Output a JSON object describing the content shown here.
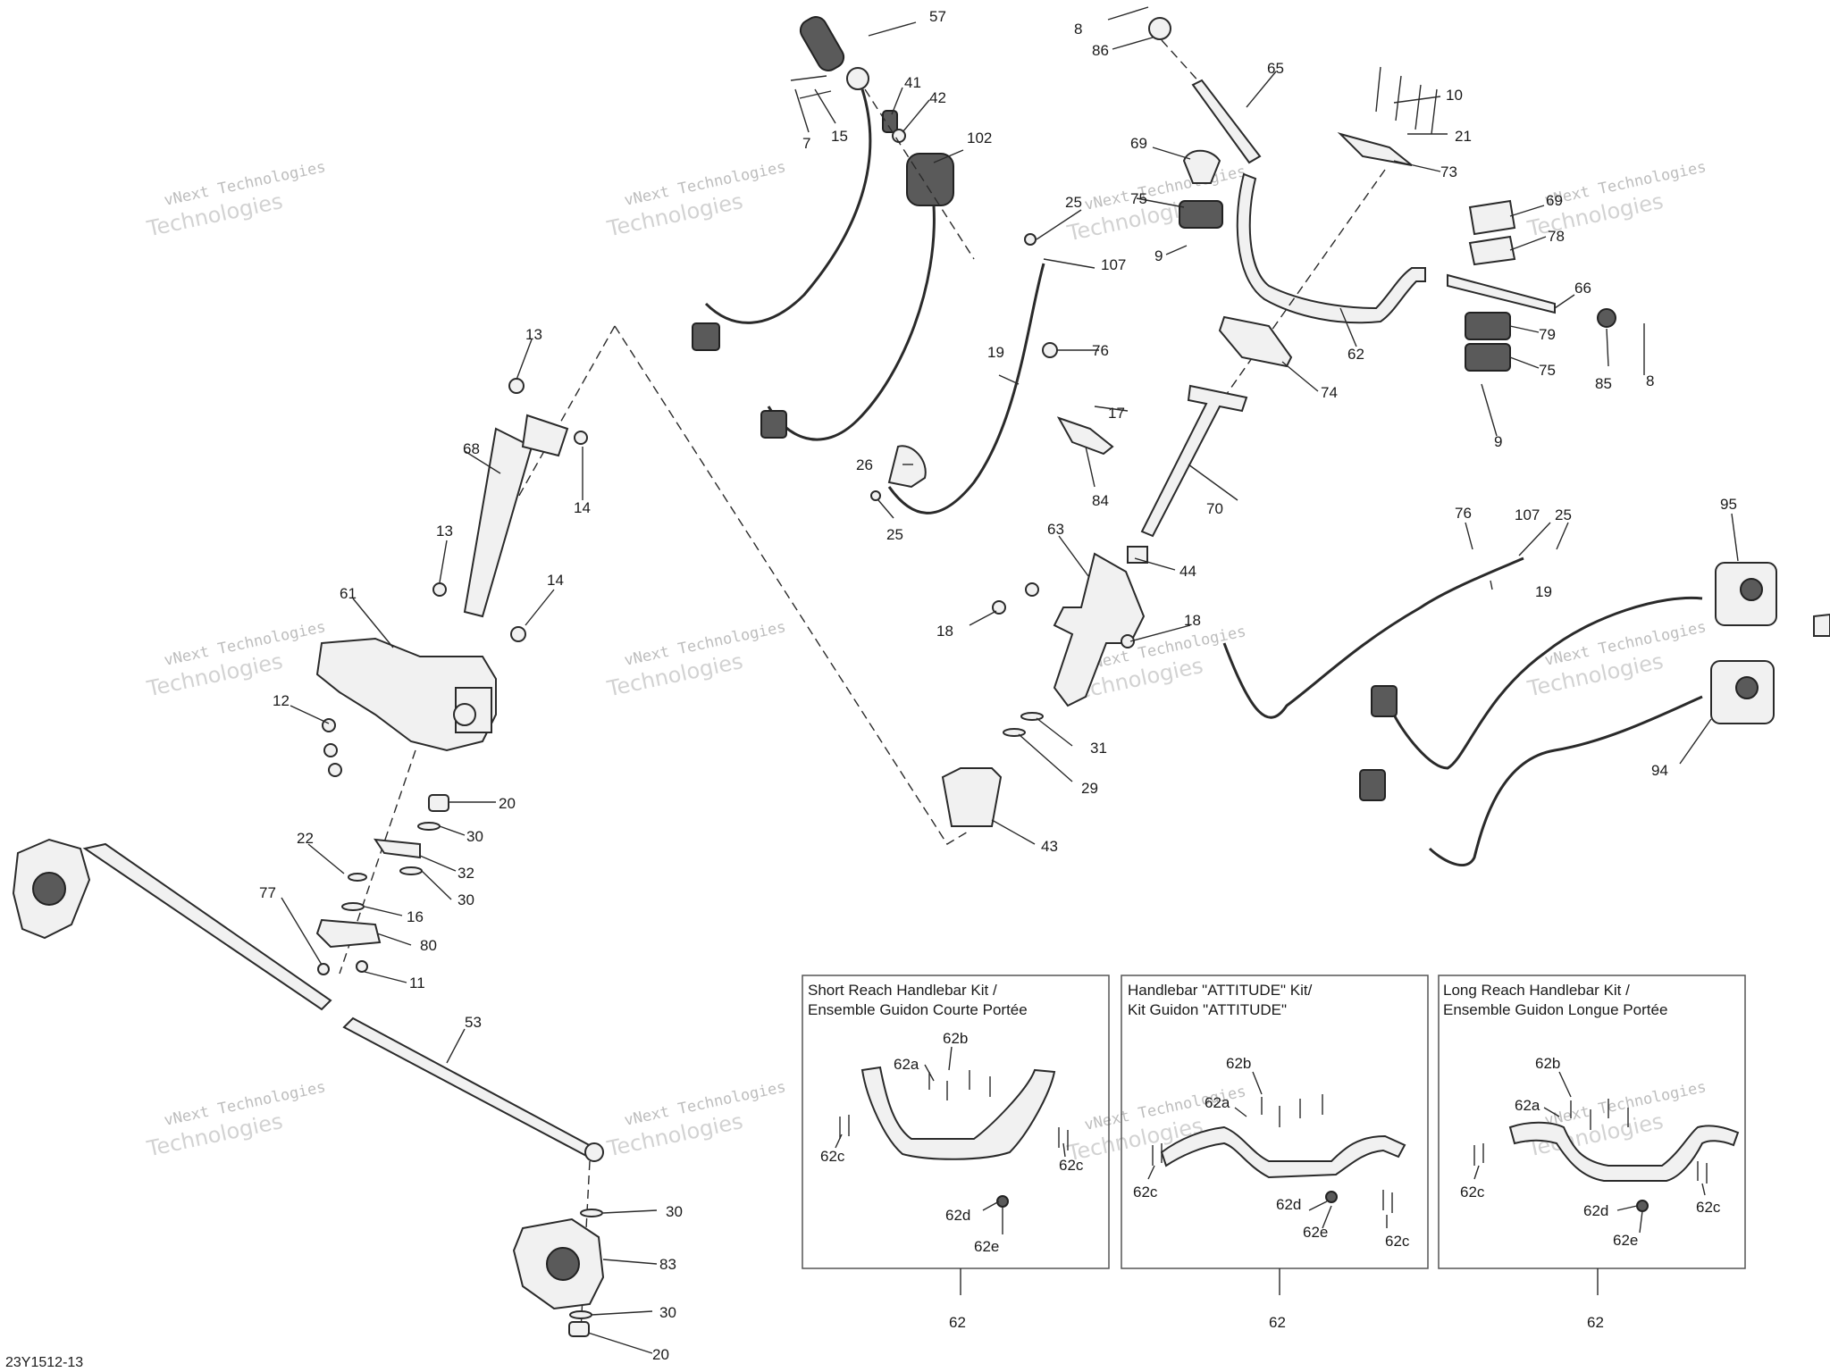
{
  "diagram_code": "23Y1512-13",
  "watermark": {
    "line1": "vNext Technologies",
    "line2": "Technologies",
    "brand": "vNext"
  },
  "kits": [
    {
      "title_line1": "Short Reach Handlebar Kit /",
      "title_line2": "Ensemble Guidon Courte Portée",
      "ref": "62",
      "labels": [
        "62b",
        "62a",
        "62c",
        "62c",
        "62d",
        "62e"
      ]
    },
    {
      "title_line1": "Handlebar \"ATTITUDE\" Kit/",
      "title_line2": "Kit Guidon \"ATTITUDE\"",
      "ref": "62",
      "labels": [
        "62b",
        "62a",
        "62c",
        "62c",
        "62d",
        "62e"
      ]
    },
    {
      "title_line1": "Long Reach Handlebar Kit /",
      "title_line2": "Ensemble Guidon Longue Portée",
      "ref": "62",
      "labels": [
        "62b",
        "62a",
        "62c",
        "62c",
        "62d",
        "62e"
      ]
    }
  ],
  "callouts": [
    "57",
    "8",
    "86",
    "41",
    "42",
    "7",
    "15",
    "102",
    "65",
    "10",
    "21",
    "73",
    "69",
    "75",
    "9",
    "25",
    "107",
    "62",
    "69",
    "78",
    "66",
    "79",
    "85",
    "8",
    "75",
    "9",
    "13",
    "19",
    "76",
    "17",
    "74",
    "26",
    "84",
    "68",
    "14",
    "25",
    "70",
    "13",
    "14",
    "63",
    "44",
    "76",
    "107",
    "25",
    "95",
    "19",
    "61",
    "18",
    "18",
    "12",
    "31",
    "29",
    "94",
    "20",
    "30",
    "22",
    "32",
    "30",
    "43",
    "16",
    "80",
    "77",
    "11",
    "53",
    "30",
    "83",
    "30",
    "20"
  ]
}
